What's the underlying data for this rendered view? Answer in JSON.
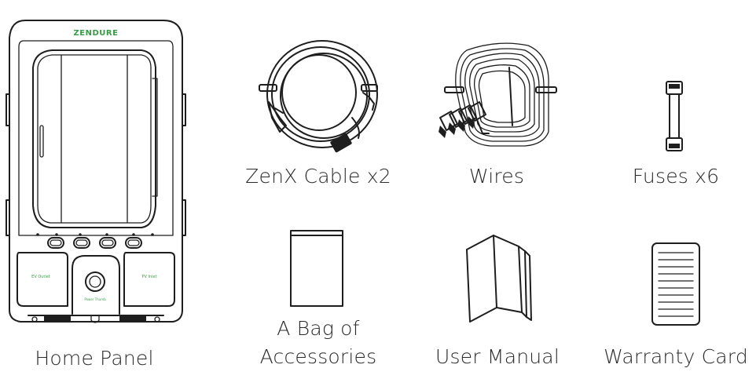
{
  "items": [
    {
      "label": "Home Panel"
    },
    {
      "label": "ZenX Cable x2"
    },
    {
      "label": "Wires"
    },
    {
      "label": "Fuses x6"
    },
    {
      "label_line1": "A Bag of",
      "label_line2": "Accessories"
    },
    {
      "label": "User Manual"
    },
    {
      "label": "Warranty Card"
    }
  ],
  "panel": {
    "brand": "ZENDURE",
    "left_door_text": "EV Outlet",
    "right_door_text": "PV Inlet",
    "center_text": "Power Thumb"
  },
  "colors": {
    "brand_green": "#3a9a4a",
    "line": "#1e1e1e"
  }
}
